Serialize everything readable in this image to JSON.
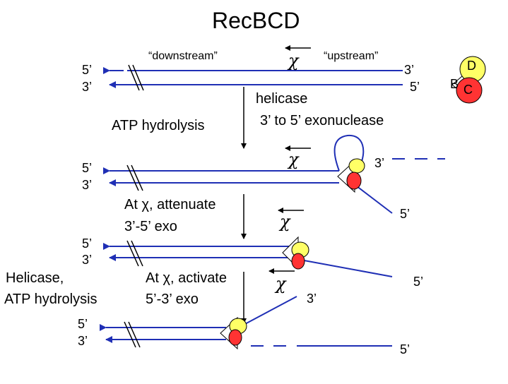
{
  "title": "RecBCD",
  "labels": {
    "downstream": "“downstream”",
    "upstream": "“upstream”",
    "chi": "χ",
    "five_prime": "5’",
    "three_prime": "3’",
    "helicase": "helicase",
    "exonuclease_3to5": "3’ to 5’  exonuclease",
    "atp_hydrolysis": "ATP hydrolysis",
    "attenuate_line1": "At χ, attenuate",
    "attenuate_line2": "3’-5’ exo",
    "helicase_comma": "Helicase,",
    "atp_hydrolysis_2": "ATP hydrolysis",
    "activate_line1": "At χ, activate",
    "activate_line2": "5’-3’ exo"
  },
  "legend": {
    "b": "B",
    "c": "C",
    "d": "D"
  },
  "colors": {
    "dna": "#1f2fb5",
    "subunit_d": "#ffff66",
    "subunit_c": "#ff3333",
    "text": "#000000"
  }
}
